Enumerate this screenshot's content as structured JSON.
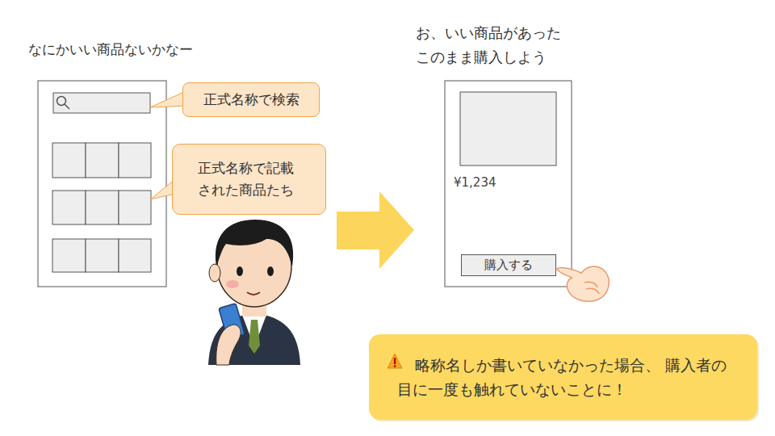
{
  "diagram": {
    "nodes": [
      {
        "text": [
          "正式名称で検索"
        ]
      },
      {
        "text": [
          "正式名称で記載 された商品たち"
        ]
      },
      {
        "text": [
          "¥1,234"
        ]
      },
      {
        "text": [
          "購入する"
        ],
        "in": 2
      },
      {
        "text": [
          "略称名しか書いていなかった場合、 購入者の目に一度も触れていないことに！"
        ]
      }
    ],
    "labels": [
      "なにかいい商品ないかなー",
      "お、いい商品があった このまま購入しよう"
    ]
  }
}
